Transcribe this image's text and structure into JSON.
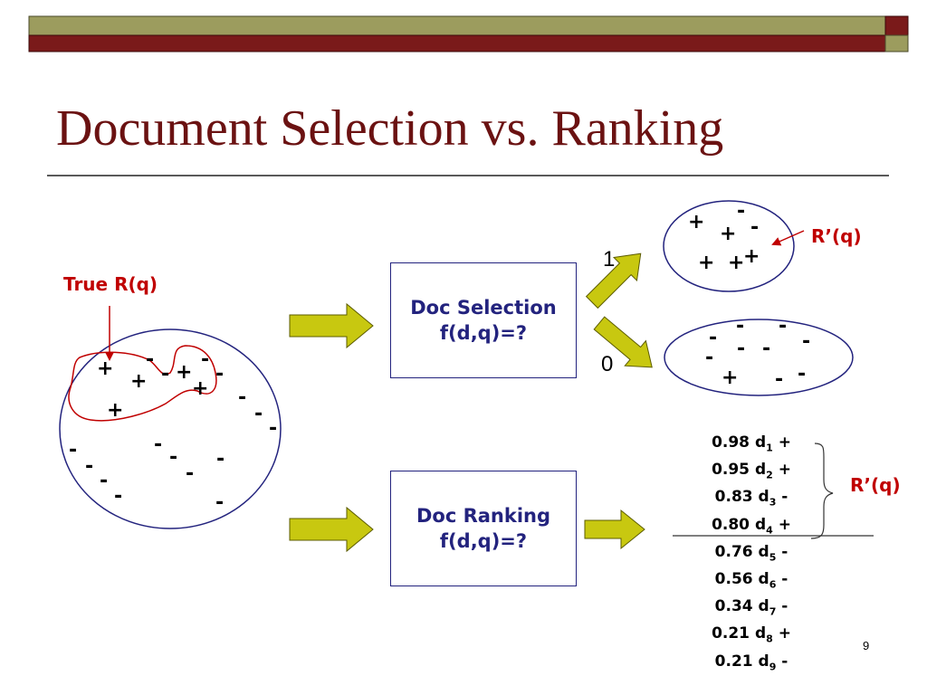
{
  "slide": {
    "title": "Document Selection vs. Ranking",
    "page_number": "9"
  },
  "labels": {
    "true_rq": "True R(q)",
    "r_prime_top": "R’(q)",
    "r_prime_ranking": "R’(q)",
    "output_one": "1",
    "output_zero": "0"
  },
  "selection_box": {
    "line1": "Doc Selection",
    "line2": "f(d,q)=?"
  },
  "ranking_box": {
    "line1": "Doc Ranking",
    "line2": "f(d,q)=?"
  },
  "ranking": [
    {
      "score": "0.98",
      "doc": "d",
      "index": "1",
      "label": "+"
    },
    {
      "score": "0.95",
      "doc": "d",
      "index": "2",
      "label": "+"
    },
    {
      "score": "0.83",
      "doc": "d",
      "index": "3",
      "label": "-"
    },
    {
      "score": "0.80",
      "doc": "d",
      "index": "4",
      "label": "+"
    },
    {
      "score": "0.76",
      "doc": "d",
      "index": "5",
      "label": "-"
    },
    {
      "score": "0.56",
      "doc": "d",
      "index": "6",
      "label": "-"
    },
    {
      "score": "0.34",
      "doc": "d",
      "index": "7",
      "label": "-"
    },
    {
      "score": "0.21",
      "doc": "d",
      "index": "8",
      "label": "+"
    },
    {
      "score": "0.21",
      "doc": "d",
      "index": "9",
      "label": "-"
    }
  ],
  "colors": {
    "header_olive": "#9c9c5e",
    "header_maroon": "#7a1a1a",
    "title": "#6b1212",
    "arrow_fill": "#c8c810",
    "label_red": "#c00000",
    "box_border": "#23237e"
  }
}
